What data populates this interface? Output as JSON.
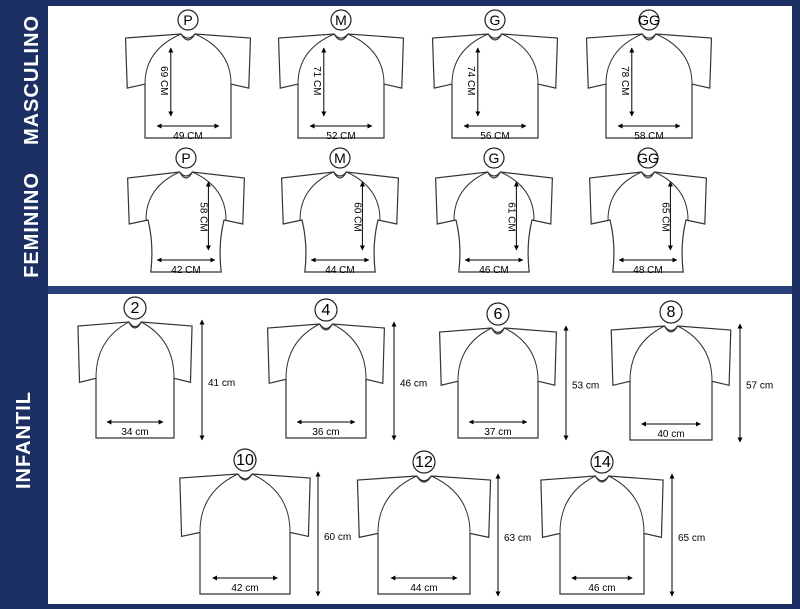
{
  "sections": {
    "masculino": "MASCULINO",
    "feminino": "FEMININO",
    "infantil": "INFANTIL"
  },
  "masculino": [
    {
      "size": "P",
      "height": "69 CM",
      "width": "49 CM"
    },
    {
      "size": "M",
      "height": "71 CM",
      "width": "52 CM"
    },
    {
      "size": "G",
      "height": "74 CM",
      "width": "56 CM"
    },
    {
      "size": "GG",
      "height": "78 CM",
      "width": "58 CM"
    }
  ],
  "feminino": [
    {
      "size": "P",
      "height": "58 CM",
      "width": "42 CM"
    },
    {
      "size": "M",
      "height": "60 CM",
      "width": "44 CM"
    },
    {
      "size": "G",
      "height": "61 CM",
      "width": "46 CM"
    },
    {
      "size": "GG",
      "height": "65 CM",
      "width": "48 CM"
    }
  ],
  "infantil": [
    {
      "size": "2",
      "height": "41 cm",
      "width": "34 cm"
    },
    {
      "size": "4",
      "height": "46 cm",
      "width": "36 cm"
    },
    {
      "size": "6",
      "height": "53 cm",
      "width": "37 cm"
    },
    {
      "size": "8",
      "height": "57 cm",
      "width": "40 cm"
    },
    {
      "size": "10",
      "height": "60 cm",
      "width": "42 cm"
    },
    {
      "size": "12",
      "height": "63 cm",
      "width": "44 cm"
    },
    {
      "size": "14",
      "height": "65 cm",
      "width": "46 cm"
    }
  ],
  "colors": {
    "frame": "#1c2f63",
    "panel": "#ffffff",
    "line": "#333333",
    "ink": "#000000"
  }
}
